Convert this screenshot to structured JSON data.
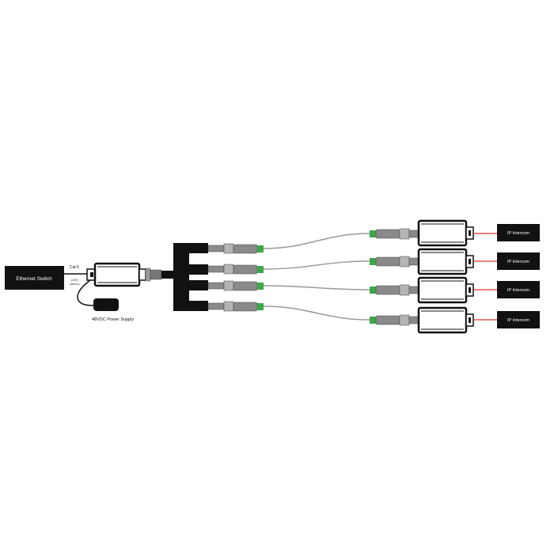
{
  "diagram": {
    "switch_label": "Ethernet Switch",
    "cat_label": "Cat 5",
    "power_note_line1": "(12V)",
    "power_note_line2": "(6/8/15m)",
    "power_supply_label": "48VDC Power Supply",
    "endpoints": [
      {
        "label": "IP Intercom"
      },
      {
        "label": "IP Intercom"
      },
      {
        "label": "IP Intercom"
      },
      {
        "label": "IP Intercom"
      }
    ]
  },
  "colors": {
    "black": "#111111",
    "connector_green": "#3aa847",
    "connector_gray": "#8a8a8a",
    "cable_gray": "#9a9a9a",
    "lan_red": "#d9342b"
  }
}
